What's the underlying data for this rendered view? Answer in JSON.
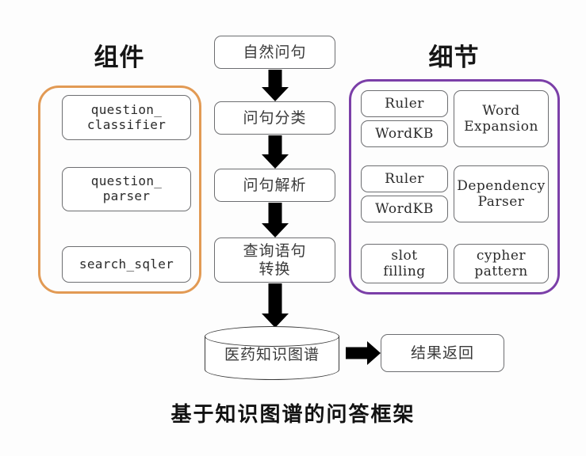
{
  "figure": {
    "caption": "基于知识图谱的问答框架",
    "background": "#fdfdfd"
  },
  "components_panel": {
    "header": "组件",
    "border_color": "#e29a54",
    "items": [
      {
        "label": "question_\nclassifier"
      },
      {
        "label": "question_\nparser"
      },
      {
        "label": "search_sqler"
      }
    ]
  },
  "details_panel": {
    "header": "细节",
    "border_color": "#7b3fa8",
    "groups": [
      {
        "left_items": [
          "Ruler",
          "WordKB"
        ],
        "right_item": "Word\nExpansion"
      },
      {
        "left_items": [
          "Ruler",
          "WordKB"
        ],
        "right_item": "Dependency\nParser"
      },
      {
        "left_items": [
          "slot\nfilling"
        ],
        "right_item": "cypher\npattern"
      }
    ]
  },
  "flow": {
    "steps": [
      {
        "label": "自然问句"
      },
      {
        "label": "问句分类"
      },
      {
        "label": "问句解析"
      },
      {
        "label": "查询语句\n转换"
      }
    ],
    "datastore": {
      "label": "医药知识图谱"
    },
    "result": {
      "label": "结果返回"
    },
    "arrow_color": "#000000"
  }
}
